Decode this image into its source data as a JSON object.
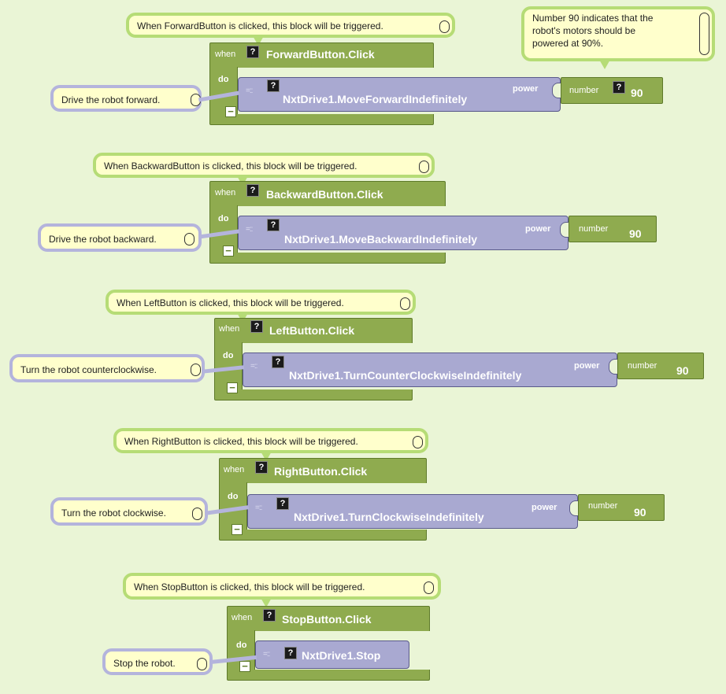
{
  "groups": [
    {
      "when_label": "when",
      "do_label": "do",
      "event": "ForwardButton.Click",
      "method": "NxtDrive1.MoveForwardIndefinitely",
      "event_comment": "When ForwardButton is clicked, this block will be triggered.",
      "method_comment": "Drive the robot  forward.",
      "power_label": "power",
      "number_label": "number",
      "number_value": "90"
    },
    {
      "when_label": "when",
      "do_label": "do",
      "event": "BackwardButton.Click",
      "method": "NxtDrive1.MoveBackwardIndefinitely",
      "event_comment": "When BackwardButton is clicked, this block will be triggered.",
      "method_comment": "Drive the robot backward.",
      "power_label": "power",
      "number_label": "number",
      "number_value": "90"
    },
    {
      "when_label": "when",
      "do_label": "do",
      "event": "LeftButton.Click",
      "method": "NxtDrive1.TurnCounterClockwiseIndefinitely",
      "event_comment": "When LeftButton is clicked, this block will be triggered.",
      "method_comment": "Turn the robot counterclockwise.",
      "power_label": "power",
      "number_label": "number",
      "number_value": "90"
    },
    {
      "when_label": "when",
      "do_label": "do",
      "event": "RightButton.Click",
      "method": "NxtDrive1.TurnClockwiseIndefinitely",
      "event_comment": "When RightButton is clicked, this block will be triggered.",
      "method_comment": "Turn the robot clockwise.",
      "power_label": "power",
      "number_label": "number",
      "number_value": "90"
    },
    {
      "when_label": "when",
      "do_label": "do",
      "event": "StopButton.Click",
      "method": "NxtDrive1.Stop",
      "event_comment": "When StopButton is clicked, this block will be triggered.",
      "method_comment": "Stop the robot."
    }
  ],
  "number_comment_lines": [
    "Number 90 indicates that the",
    "robot's motors should be",
    "powered at 90%."
  ],
  "icons": {
    "question": "?",
    "collapse": "−",
    "grip": "=::"
  },
  "colors": {
    "background": "#eaf5d6",
    "event_block": "#8fab4f",
    "method_block": "#a9a9d1",
    "comment_fill": "#ffffcc",
    "comment_green_border": "#b6dc76",
    "comment_purple_border": "#b4b4dc"
  }
}
